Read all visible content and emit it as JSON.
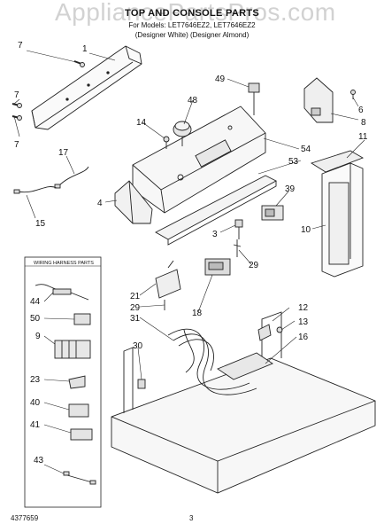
{
  "watermark": "AppliancePartsPros.com",
  "header": {
    "title": "TOP AND CONSOLE PARTS",
    "models": "For Models: LET7646EZ2, LET7646EZ2",
    "finish": "(Designer White) (Designer Almond)"
  },
  "wiring_harness_title": "WIRING HARNESS PARTS",
  "footer": {
    "part_number": "4377659",
    "page": "3"
  },
  "callouts": [
    "7",
    "1",
    "7",
    "7",
    "14",
    "48",
    "49",
    "6",
    "8",
    "11",
    "54",
    "53",
    "17",
    "39",
    "4",
    "15",
    "3",
    "10",
    "29",
    "12",
    "21",
    "29",
    "13",
    "31",
    "18",
    "16",
    "30",
    "44",
    "50",
    "9",
    "23",
    "40",
    "41",
    "43"
  ]
}
